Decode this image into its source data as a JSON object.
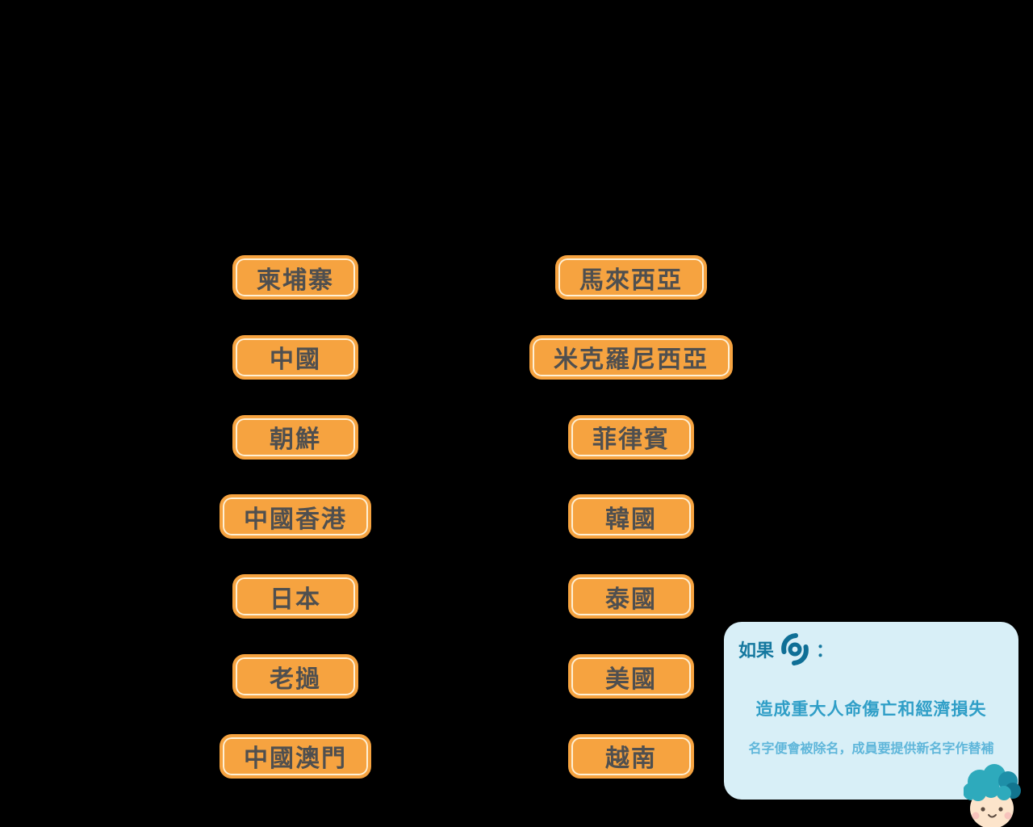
{
  "background_color": "#000000",
  "columns": {
    "left": [
      "柬埔寨",
      "中國",
      "朝鮮",
      "中國香港",
      "日本",
      "老撾",
      "中國澳門"
    ],
    "right": [
      "馬來西亞",
      "米克羅尼西亞",
      "菲律賓",
      "韓國",
      "泰國",
      "美國",
      "越南"
    ]
  },
  "info_panel": {
    "prefix": "如果",
    "colon": "：",
    "icon": "typhoon-icon",
    "line1": "造成重大人命傷亡和經濟損失",
    "line2": "名字便會被除名，成員要提供新名字作替補",
    "colors": {
      "panel_bg": "#D8EFF7",
      "heading": "#15789F",
      "line1": "#2F9EC7",
      "line2": "#5FB6DA"
    }
  },
  "button_style": {
    "bg": "#F6A340",
    "inner_ring": "#FFF8E6",
    "text": "#4F4F4F"
  }
}
